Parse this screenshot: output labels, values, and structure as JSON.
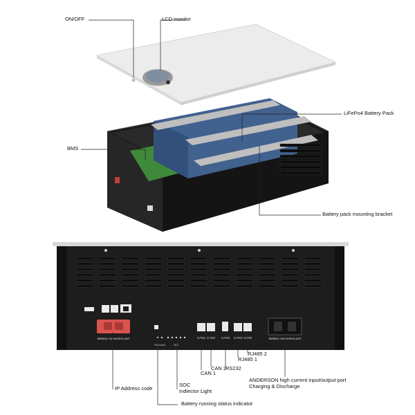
{
  "callouts": {
    "on_off": "ON/OFF",
    "lcd_monitor": "LCD monitor",
    "battery_pack": "LiFePo4 Battery Pack",
    "bms": "BMS",
    "mounting_bracket": "Battery pack mounting bracket",
    "ip_address_code": "IP Address code",
    "soc_line1": "SOC",
    "soc_line2": "Indiector Light",
    "running_status": "Battery running status indicator",
    "can1": "CAN 1",
    "can2": "CAN 2",
    "rs232": "RS232",
    "rs485_1": "RJ485 1",
    "rs485_2": "RJ485 2",
    "anderson_line1": "ANDERSON high current input/output port",
    "anderson_line2": "Charging & Discharge"
  },
  "panel": {
    "left_connector_label": "Battery  connection  port",
    "right_connector_label": "Battery  connection  port",
    "port_labels": [
      "CAN1",
      "CAN2",
      "CAN3",
      "CAN4",
      "CAN5"
    ],
    "status_label": "RUN ALM",
    "soc_label": "SOC"
  },
  "colors": {
    "case_dark": "#1c1c1c",
    "lid": "#e8e8e8",
    "cell_blue": "#41618f",
    "bms_green": "#3e8a3a",
    "anderson_red": "#d9534f",
    "leader_line": "#222222"
  }
}
